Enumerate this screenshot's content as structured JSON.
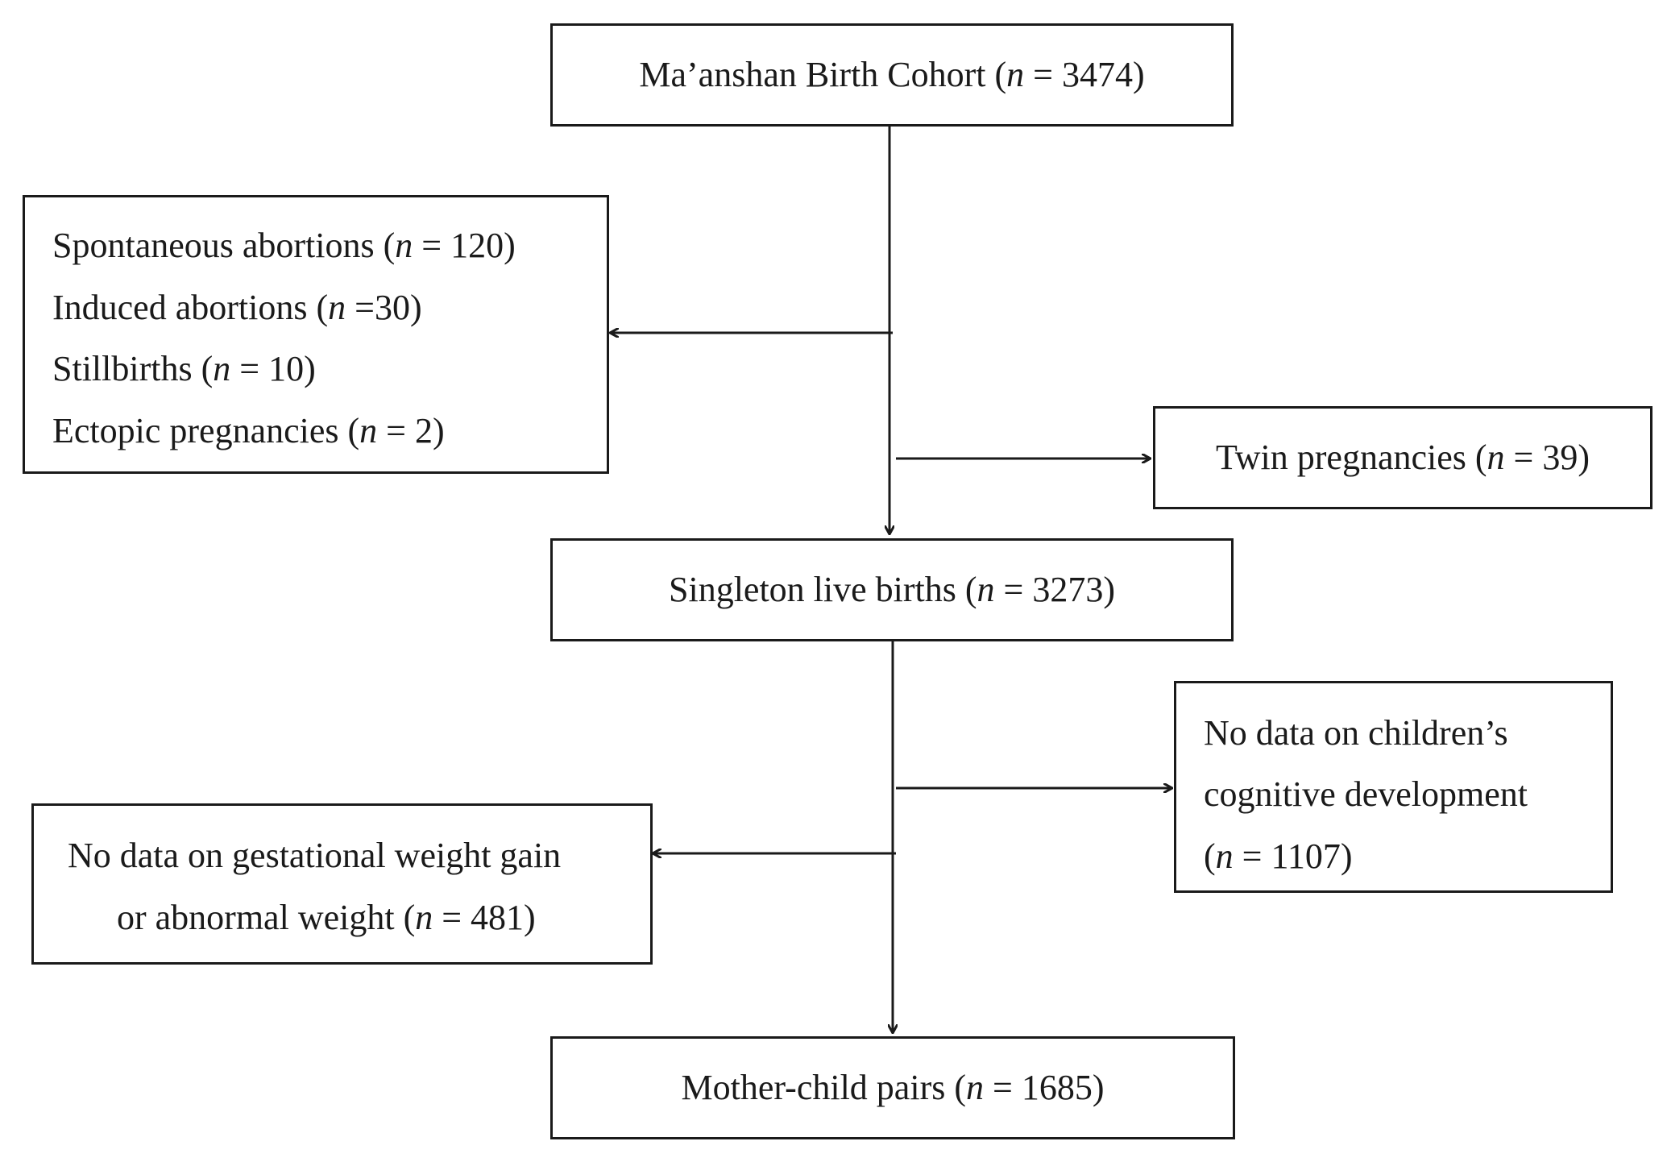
{
  "n_symbol": "n",
  "boxes": {
    "cohort": {
      "pre": "Ma’anshan Birth Cohort (",
      "post": " = 3474)"
    },
    "excluded_pregnancy": [
      {
        "pre": "Spontaneous abortions (",
        "post": " = 120)"
      },
      {
        "pre": "Induced abortions (",
        "post": " =30)"
      },
      {
        "pre": "Stillbirths (",
        "post": " = 10)"
      },
      {
        "pre": "Ectopic pregnancies (",
        "post": " = 2)"
      }
    ],
    "twins": {
      "pre": "Twin pregnancies (",
      "post": " = 39)"
    },
    "singleton": {
      "pre": "Singleton live births (",
      "post": " = 3273)"
    },
    "no_cognitive": {
      "line1": "No data on children’s",
      "line2": "cognitive development",
      "line3_pre": "(",
      "line3_post": " = 1107)"
    },
    "no_weight": {
      "line1": "No data on gestational weight gain",
      "line2_pre": "or abnormal weight (",
      "line2_post": " = 481)"
    },
    "pairs": {
      "pre": "Mother-child pairs (",
      "post": " = 1685)"
    }
  }
}
